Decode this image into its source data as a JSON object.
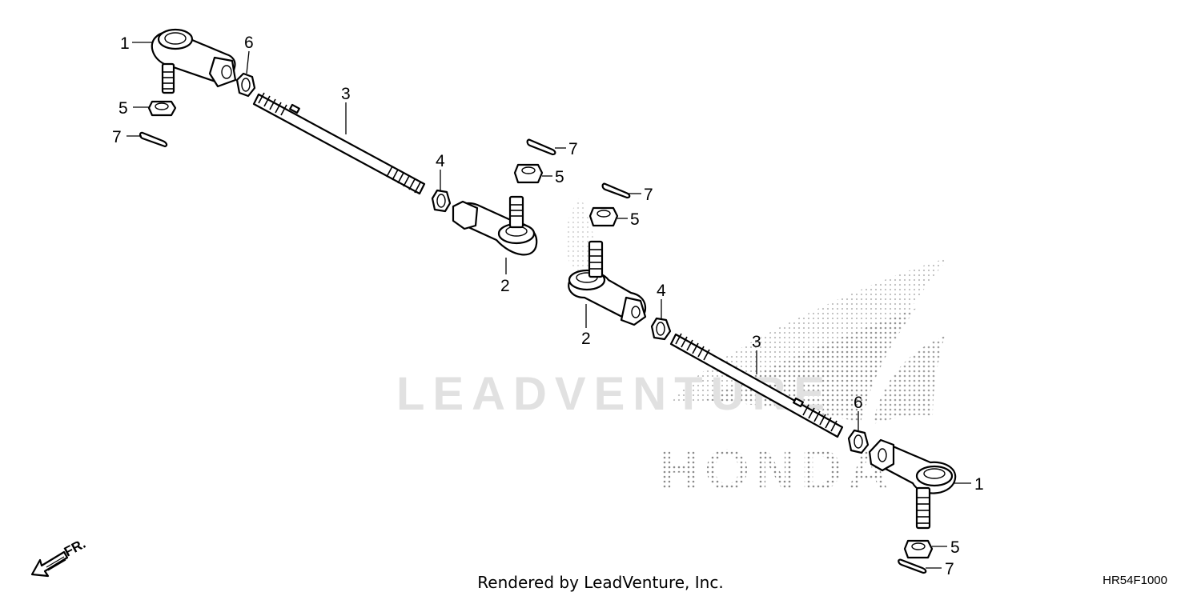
{
  "diagram": {
    "callouts": {
      "tie_rod_end_outer": "1",
      "tie_rod_end_inner": "2",
      "tie_rod": "3",
      "jam_nut_inner": "4",
      "castle_nut": "5",
      "jam_nut_outer": "6",
      "cotter_pin": "7"
    },
    "direction_label": "FR.",
    "watermark_text": "LEADVENTURE",
    "brand_watermark": "HONDA",
    "diagram_code": "HR54F1000"
  },
  "footer": {
    "rendered_by": "Rendered by LeadVenture, Inc."
  }
}
